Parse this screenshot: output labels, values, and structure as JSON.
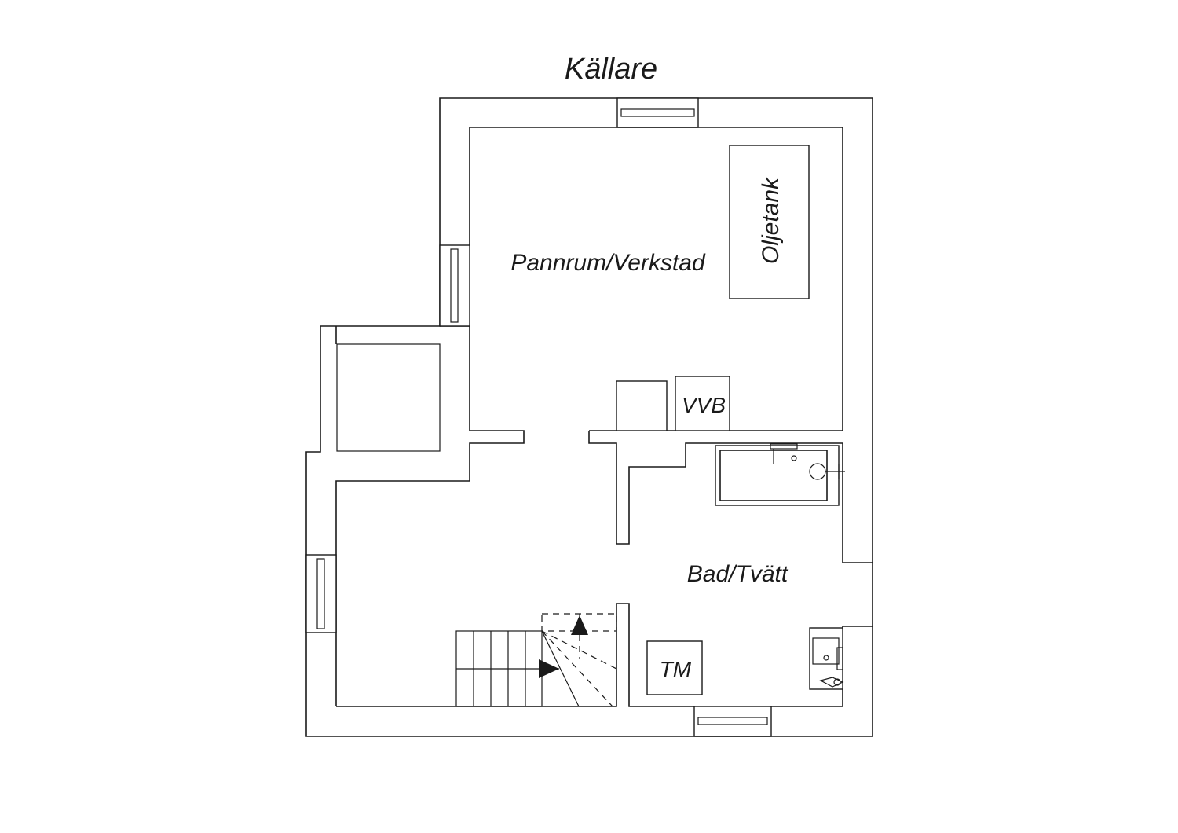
{
  "title": "Källare",
  "rooms": {
    "pannrum": "Pannrum/Verkstad",
    "bad": "Bad/Tvätt"
  },
  "fixtures": {
    "oljetank": "Oljetank",
    "vvb": "VVB",
    "tm": "TM"
  }
}
